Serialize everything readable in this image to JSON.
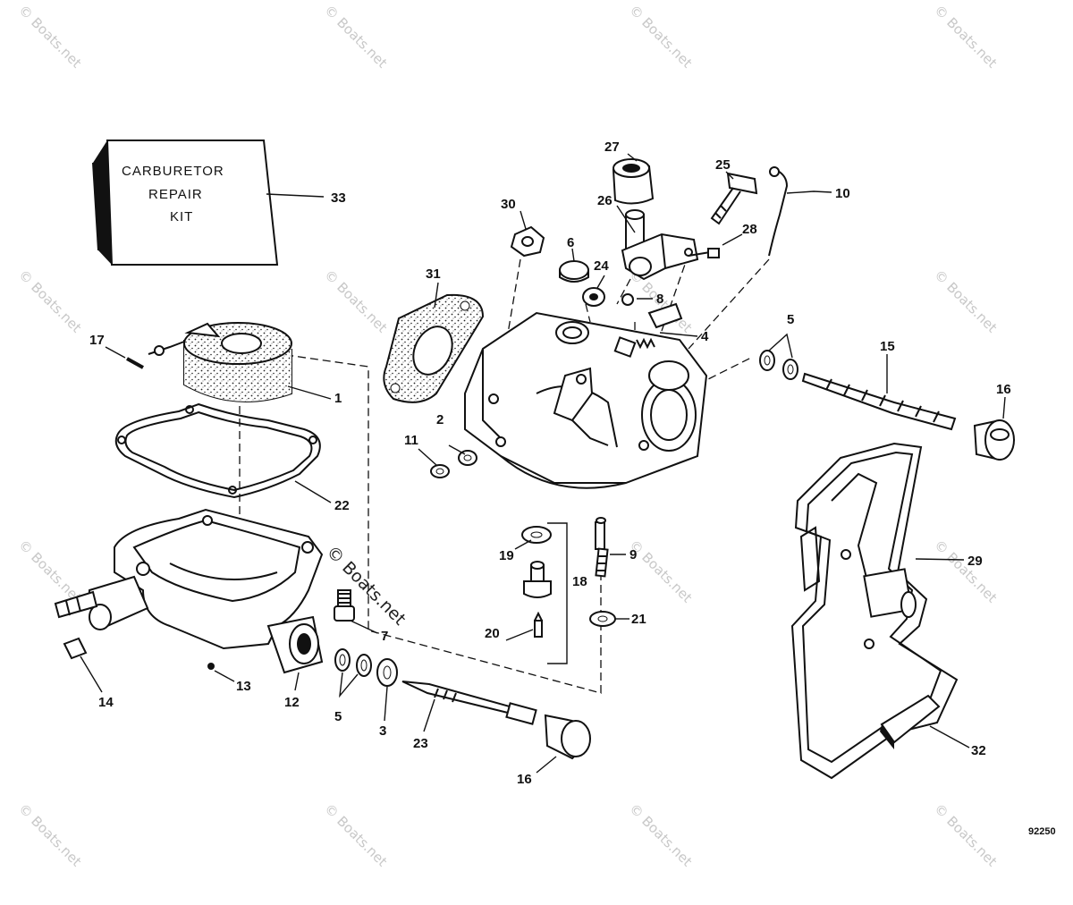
{
  "kit": {
    "line1": "CARBURETOR",
    "line2": "REPAIR",
    "line3": "KIT"
  },
  "labels": {
    "p1": "1",
    "p2": "2",
    "p3": "3",
    "p4": "4",
    "p5a": "5",
    "p5b": "5",
    "p6": "6",
    "p7": "7",
    "p8": "8",
    "p9": "9",
    "p10": "10",
    "p11": "11",
    "p12": "12",
    "p13": "13",
    "p14": "14",
    "p15": "15",
    "p16a": "16",
    "p16b": "16",
    "p17": "17",
    "p18": "18",
    "p19": "19",
    "p20": "20",
    "p21": "21",
    "p22": "22",
    "p23": "23",
    "p24": "24",
    "p25": "25",
    "p26": "26",
    "p27": "27",
    "p28": "28",
    "p29": "29",
    "p30": "30",
    "p31": "31",
    "p32": "32",
    "p33": "33"
  },
  "reference_number": "92250",
  "watermark": "© Boats.net"
}
